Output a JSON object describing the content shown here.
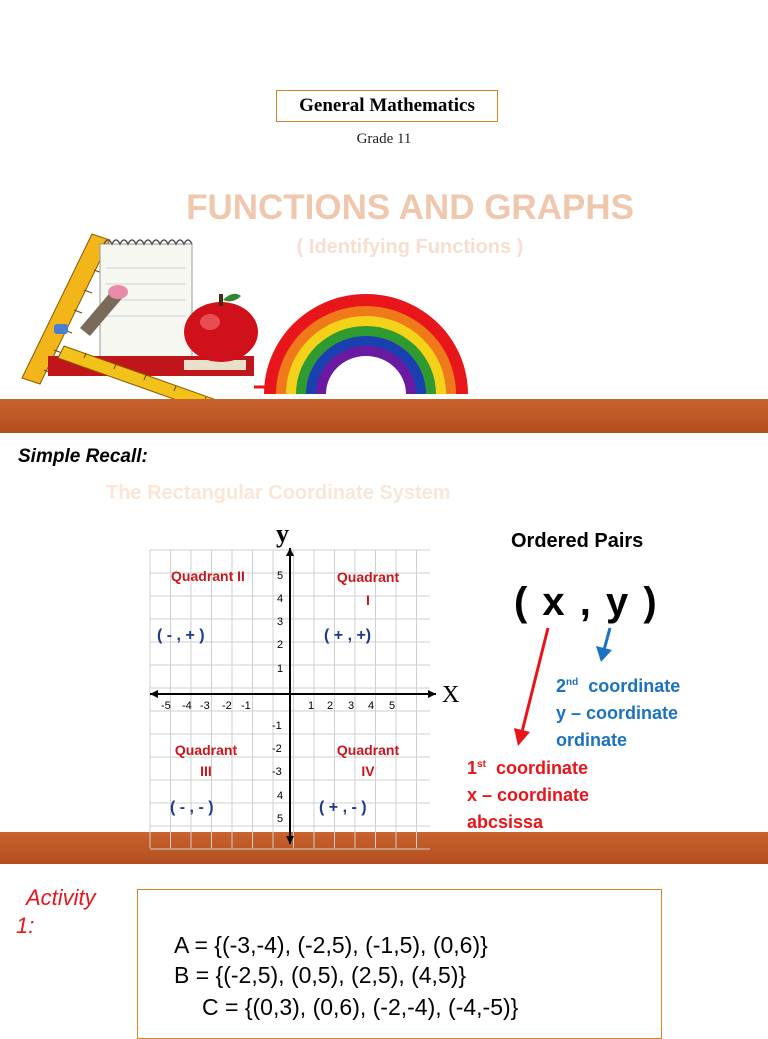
{
  "header": {
    "subject": "General Mathematics",
    "grade": "Grade 11",
    "title": "FUNCTIONS AND GRAPHS",
    "subtitle": "( Identifying Functions )"
  },
  "recall": {
    "label": "Simple Recall:",
    "topic": "The Rectangular Coordinate System"
  },
  "graph": {
    "y_axis_label": "y",
    "x_axis_label": "X",
    "x_ticks_negative": [
      "-5",
      "-4",
      "-3",
      "-2",
      "-1"
    ],
    "x_ticks_positive": [
      "1",
      "2",
      "3",
      "4",
      "5"
    ],
    "y_ticks_positive": [
      "5",
      "4",
      "3",
      "2",
      "1"
    ],
    "y_ticks_negative": [
      "-1",
      "-2",
      "-3",
      "4",
      "5"
    ],
    "quadrants": {
      "q2": {
        "name": "Quadrant II",
        "sign": "( - , + )"
      },
      "q1": {
        "name_line1": "Quadrant",
        "name_line2": "I",
        "sign": "( + , +)"
      },
      "q3": {
        "name_line1": "Quadrant",
        "name_line2": "III",
        "sign": "( - , - )"
      },
      "q4": {
        "name_line1": "Quadrant",
        "name_line2": "IV",
        "sign": "( + , - )"
      }
    }
  },
  "ordered_pairs": {
    "heading": "Ordered Pairs",
    "notation": "( x , y )",
    "second": {
      "ordinal_num": "2",
      "ordinal_sup": "nd",
      "word": "coordinate",
      "line2": "y – coordinate",
      "line3": "ordinate"
    },
    "first": {
      "ordinal_num": "1",
      "ordinal_sup": "st",
      "word": "coordinate",
      "line2": "x – coordinate",
      "line3": "abcsissa"
    }
  },
  "activity": {
    "label_line1": "Activity",
    "label_line2": "1:",
    "sets": [
      "A = {(-3,-4), (-2,5), (-1,5), (0,6)}",
      "B = {(-2,5), (0,5), (2,5), (4,5)}",
      "C = {(0,3), (0,6), (-2,-4), (-4,-5)}"
    ]
  },
  "colors": {
    "band": "#b9541f",
    "red": "#e8161b",
    "blue": "#1b72c0",
    "title_faded": "#efc7ad"
  }
}
